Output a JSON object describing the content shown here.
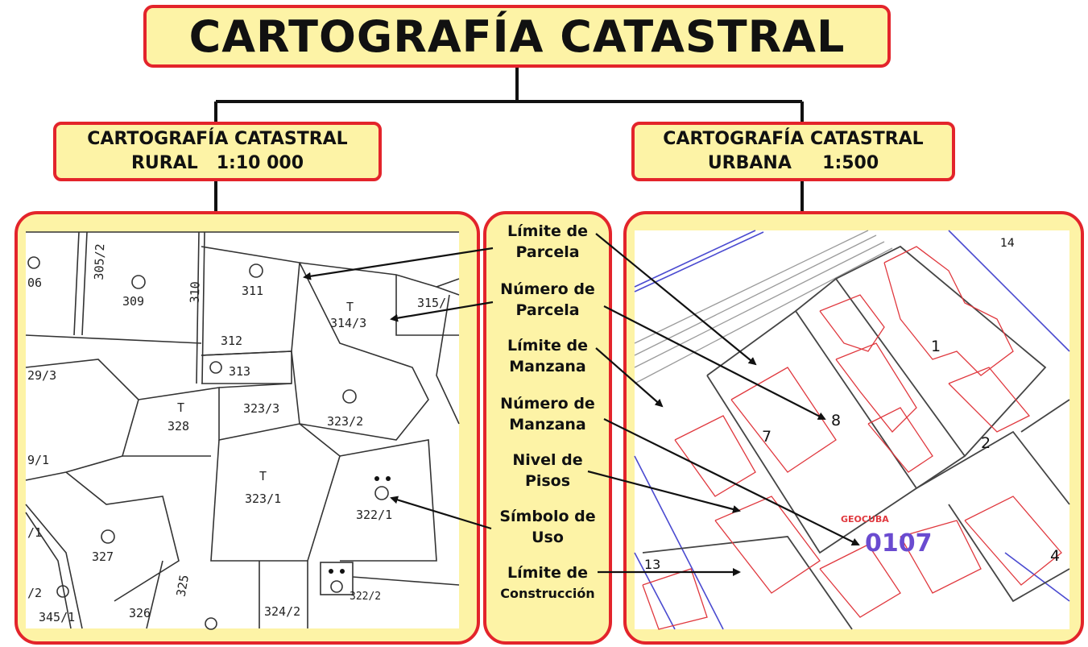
{
  "title": "CARTOGRAFÍA CATASTRAL",
  "rural": {
    "line1": "CARTOGRAFÍA CATASTRAL",
    "line2": "RURAL   1:10 000"
  },
  "urban": {
    "line1": "CARTOGRAFÍA CATASTRAL",
    "line2": "URBANA     1:500"
  },
  "legend": [
    {
      "line1": "Límite de",
      "line2": "Parcela"
    },
    {
      "line1": "Número de",
      "line2": "Parcela"
    },
    {
      "line1": "Límite de",
      "line2": "Manzana"
    },
    {
      "line1": "Número de",
      "line2": "Manzana"
    },
    {
      "line1": "Nivel de",
      "line2": "Pisos"
    },
    {
      "line1": "Símbolo de",
      "line2": "Uso"
    },
    {
      "line1": "Límite de",
      "line2": "Construcción"
    }
  ],
  "rural_map": {
    "labels": [
      "06",
      "305/2",
      "309",
      "310",
      "311",
      "315/",
      "314/3",
      "312",
      "313",
      "29/3",
      "T",
      "328",
      "323/3",
      "323/2",
      "9/1",
      "323/1",
      "322/1",
      "/1",
      "327",
      "/2",
      "345/1",
      "326",
      "325",
      "322/2",
      "324/2",
      "T",
      "T"
    ]
  },
  "urban_map": {
    "block_numbers": [
      "1",
      "2",
      "7",
      "8",
      "4",
      "13"
    ],
    "block_label": "GEOCUBA",
    "block_code": "0107",
    "corner": "14"
  }
}
